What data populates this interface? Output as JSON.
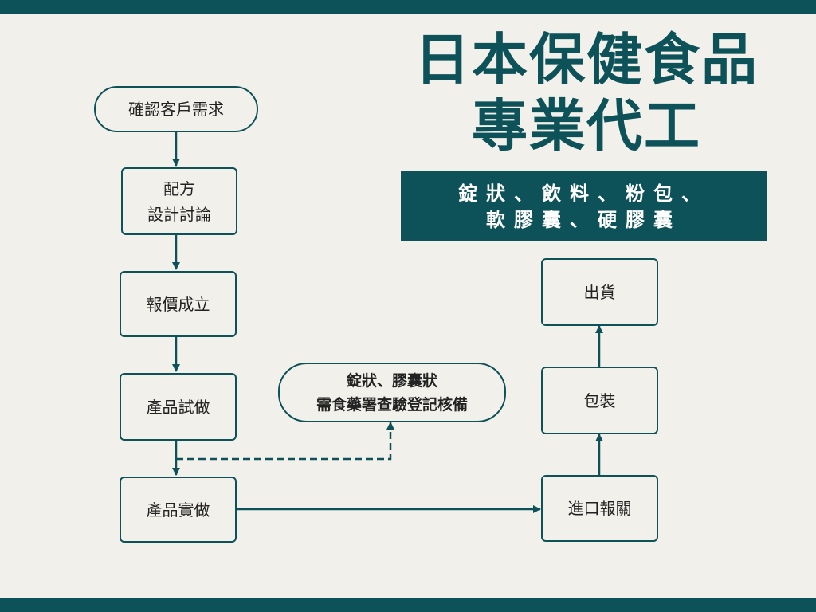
{
  "title": {
    "line1": "日本保健食品",
    "line2": "專業代工"
  },
  "banner": {
    "line1": "錠狀、飲料、粉包、",
    "line2": "軟膠囊、硬膠囊"
  },
  "flow": {
    "confirm": "確認客戶需求",
    "formula_line1": "配方",
    "formula_line2": "設計討論",
    "quote": "報價成立",
    "trial": "產品試做",
    "production": "產品實做",
    "registration_line1": "錠狀、膠囊狀",
    "registration_line2": "需食藥署查驗登記核備",
    "customs": "進口報關",
    "packaging": "包裝",
    "shipping": "出貨"
  },
  "colors": {
    "accent": "#0e5259",
    "background": "#f2f0eb"
  }
}
